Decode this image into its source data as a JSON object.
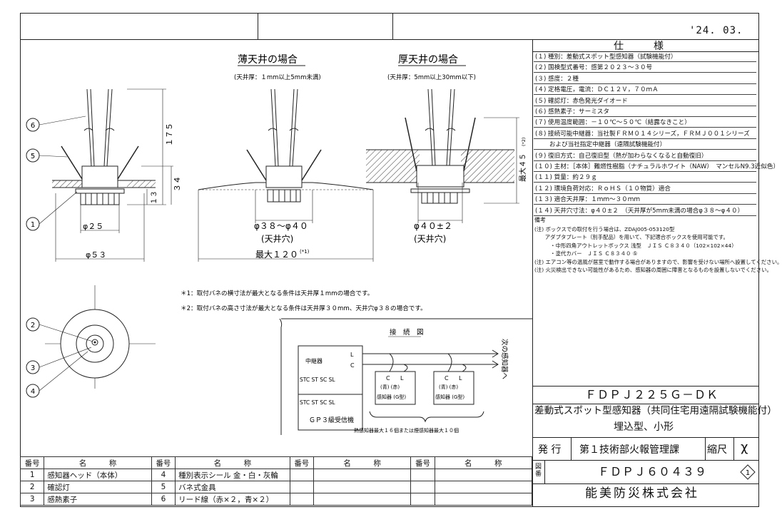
{
  "date": "'24. 03.",
  "spec_title": "仕　　　様",
  "spec_items": [
    "(１) 種別：差動式スポット型感知器（試験機能付）",
    "(２) 国検型式番号：感第２０２３～３０号",
    "(３) 感度：２種",
    "(４) 定格電圧，電流：ＤＣ１２Ｖ，７０ｍＡ",
    "(５) 確認灯：赤色発光ダイオード",
    "(６) 感熱素子：サーミスタ",
    "(７) 使用温度範囲：－１０℃～５０℃（結露なきこと）",
    "(８) 接続可能中継器：当社製ＦＲＭ０１４シリーズ，ＦＲＭＪ００１シリーズ",
    "　　 および当社指定中継器（遠隔試験機能付）",
    "(９) 復旧方式：自己復旧型（熱が加わらなくなると自動復旧）",
    "(１０) 主材：［本体］難燃性樹脂（ナチュラルホワイト（NAW）　マンセルN9.3近似色）",
    "(１１) 質量：約２９ｇ",
    "(１２) 環境負荷対応：ＲｏＨＳ（１０物質）適合",
    "(１３) 適合天井厚：１ｍｍ～３０ｍｍ",
    "(１４) 天井穴寸法：φ４０±２　（天井厚が5mm未満の場合φ３８～φ４０）"
  ],
  "remarks_title": "備考",
  "remarks": [
    "(注) ボックスでの取付を行う場合は、ZDAJ005-053120型",
    "　　アダプタプレート（別手配品）を用いて、下記適合ボックスを使用可能です。",
    "　　　・中形四角アウトレットボックス 浅型　ＪＩＳ Ｃ８３４０（102×102×44）",
    "　　　・塗代カバー　ＪＩＳ Ｃ８３４０ ⑤",
    "(注) エアコン等の温風が居室で動作する場合がありますので、影響を受けない場所へ設置してください。",
    "(注) 火災検出できない可能性があるため、感知器の周囲に障害となるものを設置しないでください。"
  ],
  "title_block": {
    "model": "ＦＤＰＪ２２５Ｇ－ＤＫ",
    "name_line1": "差動式スポット型感知器（共同住宅用遠隔試験機能付）",
    "name_line2": "埋込型、小形",
    "issuer_label": "発 行",
    "issuer": "第１技術部火報管理課",
    "scale_label": "縮尺",
    "scale_value": "χ",
    "drawing_no_label": "図番",
    "drawing_no": "ＦＤＰＪ６０４３９",
    "revision": "1",
    "company": "能美防災株式会社"
  },
  "drawing": {
    "thin_title": "薄天井の場合",
    "thin_sub": "(天井厚：１mm以上5mm未満)",
    "thick_title": "厚天井の場合",
    "thick_sub": "(天井厚：5mm以上30mm以下)",
    "dim_175": "１７５",
    "dim_34": "３４",
    "dim_13": "１３",
    "dim_phi25": "φ２５",
    "dim_phi53": "φ５３",
    "dim_hole_thin": "φ３８～φ４０",
    "hole_label": "(天井穴)",
    "dim_max120": "最大１２０",
    "sup1": "(*1)",
    "dim_hole_thick": "φ４０±２",
    "dim_max45": "最大４５",
    "sup2": "(*2)",
    "note1": "＊1：取付バネの横寸法が最大となる条件は天井厚１mmの場合です。",
    "note2": "＊2：取付バネの高さ寸法が最大となる条件は天井厚３０mm、天井穴φ３８の場合です。",
    "callouts": [
      "1",
      "2",
      "3",
      "4",
      "5",
      "6"
    ]
  },
  "wiring": {
    "title": "接　続　図",
    "relay": "中継器",
    "L": "L",
    "C": "C",
    "terminals": "STC  ST  SC  SL",
    "receiver": "ＧＰ３級受信機",
    "det_colors": "(青)  (赤)",
    "det_name": "感知器 (G型)",
    "next": "次の感知器へ",
    "max_note": "熱感知器最大１６個または煙感知器最大１０個"
  },
  "parts_table": {
    "headers": [
      "番号",
      "名　　　称",
      "番号",
      "名　　　称",
      "番号",
      "名　　　称",
      "番号",
      "名　　　称"
    ],
    "rows": [
      [
        "1",
        "感知器ヘッド（本体）",
        "4",
        "種別表示シール 金・白・灰輪",
        "",
        "",
        "",
        ""
      ],
      [
        "2",
        "確認灯",
        "5",
        "バネ式金具",
        "",
        "",
        "",
        ""
      ],
      [
        "3",
        "感熱素子",
        "6",
        "リード線（赤×２，青×２）",
        "",
        "",
        "",
        ""
      ]
    ]
  }
}
